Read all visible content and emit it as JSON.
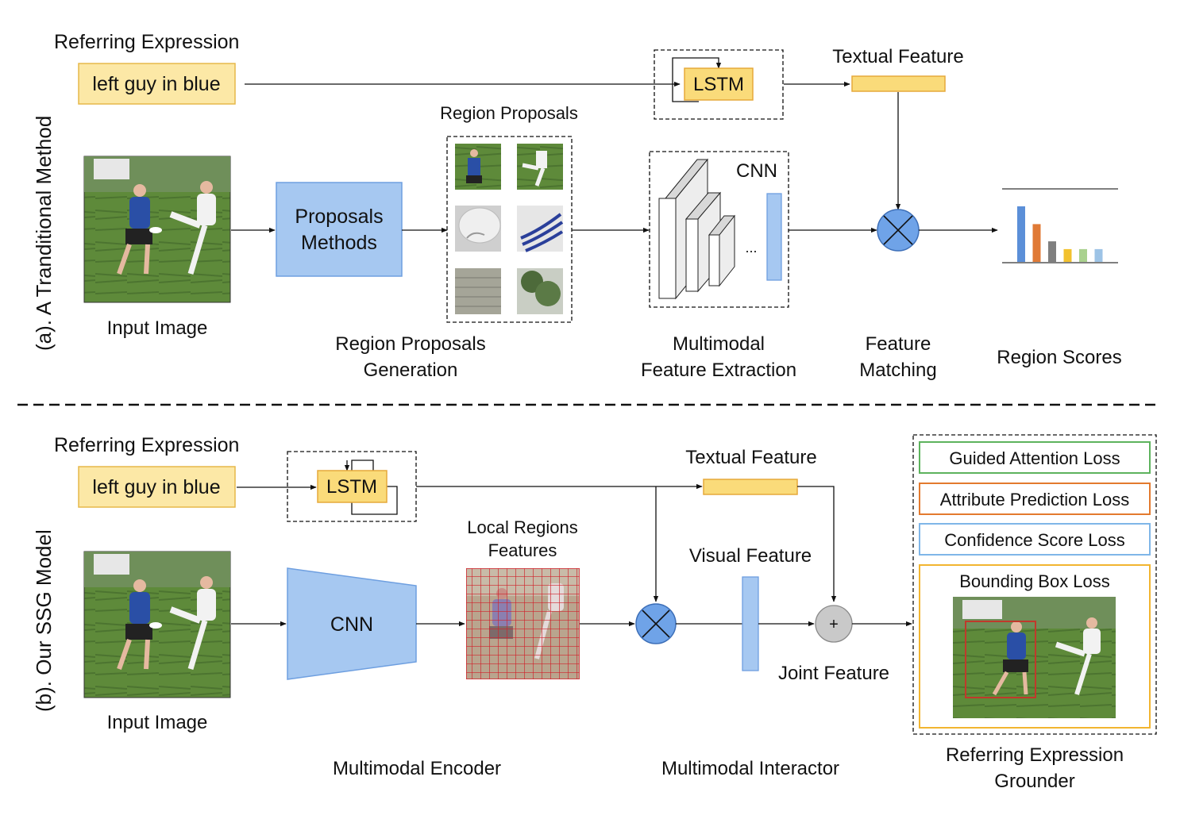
{
  "colors": {
    "yellow_fill": "#FADB7A",
    "yellow_box_fill": "#FCE8A6",
    "yellow_stroke": "#E6A93B",
    "blue_fill": "#A6C8F1",
    "blue_stroke": "#6E9FE0",
    "circle_fill": "#6FA3E8",
    "plus_fill": "#C9C9C9",
    "green_loss": "#5DB35D",
    "orange_loss": "#E37A2E",
    "blue_loss": "#7FB6E8",
    "yellow_loss": "#F2B530",
    "bbox_red": "#C0392B"
  },
  "top": {
    "side_label": "(a). A Tranditional Method",
    "ref_expr_title": "Referring Expression",
    "ref_expr_text": "left guy in blue",
    "lstm": "LSTM",
    "textual_feature": "Textual Feature",
    "input_image_label": "Input  Image",
    "proposals_box": [
      "Proposals",
      "Methods"
    ],
    "region_proposals_title": "Region Proposals",
    "cnn": "CNN",
    "ellipsis": "...",
    "stage_labels": {
      "rpg": [
        "Region Proposals",
        "Generation"
      ],
      "mfe": [
        "Multimodal",
        "Feature Extraction"
      ],
      "fm": [
        "Feature",
        "Matching"
      ],
      "rs": "Region Scores"
    },
    "region_scores": {
      "values": [
        1.0,
        0.68,
        0.37,
        0.23,
        0.23,
        0.23
      ],
      "colors": [
        "#5B8FD8",
        "#E07A36",
        "#7F7F7F",
        "#F2C12E",
        "#A9D18E",
        "#9DC3E6"
      ]
    }
  },
  "bottom": {
    "side_label": "(b). Our SSG Model",
    "ref_expr_title": "Referring Expression",
    "ref_expr_text": "left guy in blue",
    "lstm": "LSTM",
    "textual_feature": "Textual Feature",
    "input_image_label": "Input Image",
    "cnn": "CNN",
    "local_regions": [
      "Local Regions",
      "Features"
    ],
    "visual_feature": "Visual Feature",
    "joint_feature": "Joint Feature",
    "plus": "+",
    "losses": {
      "guided": "Guided Attention Loss",
      "attribute": "Attribute Prediction Loss",
      "confidence": "Confidence Score Loss",
      "bbox": "Bounding Box Loss"
    },
    "encoder_label": "Multimodal Encoder",
    "interactor_label": "Multimodal Interactor",
    "grounder_label": [
      "Referring Expression",
      "Grounder"
    ]
  }
}
